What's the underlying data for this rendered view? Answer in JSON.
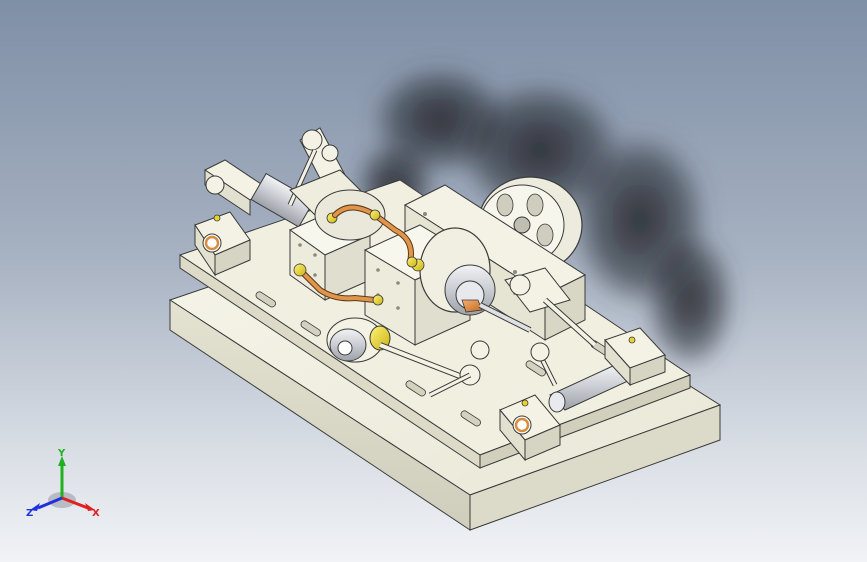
{
  "viewport": {
    "background_top": "#7f8fa6",
    "background_bottom": "#f1f3f6"
  },
  "model": {
    "part_color": "#f4f2e4",
    "edge_color": "#3a3a3a",
    "copper_color": "#d98c3c",
    "brass_color": "#e6d231",
    "steel_color": "#d7d9de"
  },
  "triad": {
    "x_label": "X",
    "y_label": "Y",
    "z_label": "Z",
    "x_color": "#e02020",
    "y_color": "#20b020",
    "z_color": "#2030e0"
  }
}
